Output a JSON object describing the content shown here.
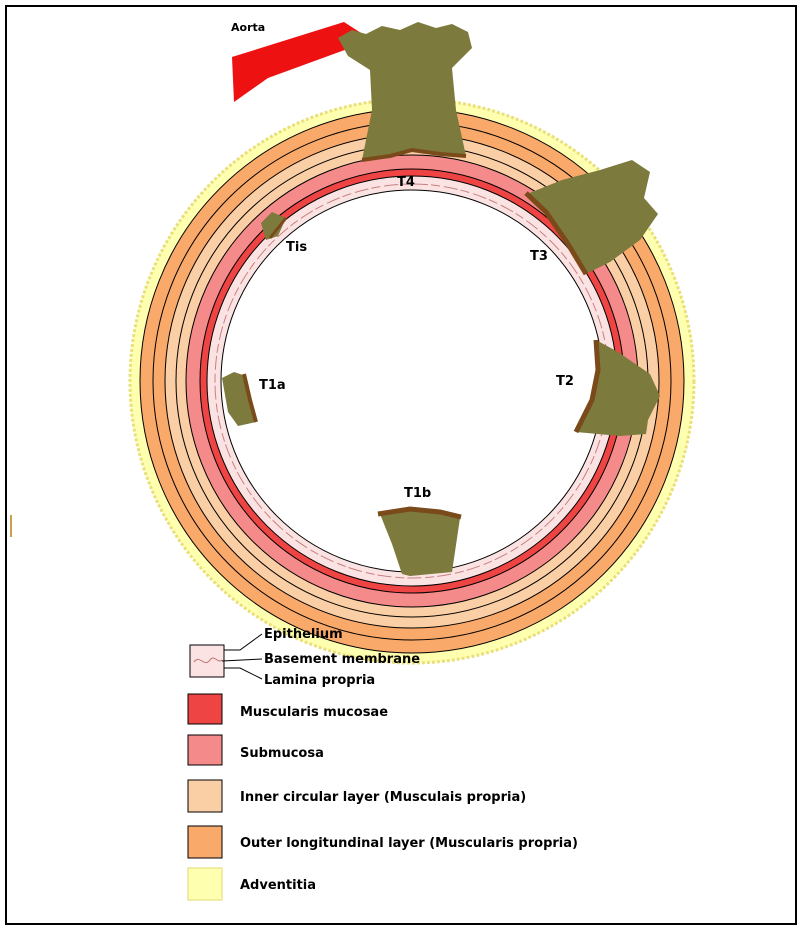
{
  "labels": {
    "aorta": "Aorta",
    "t4": "T4",
    "t3": "T3",
    "tis": "Tis",
    "t2": "T2",
    "t1a": "T1a",
    "t1b": "T1b"
  },
  "legend": {
    "epithelium": "Epithelium",
    "basement_membrane": "Basement membrane",
    "lamina_propria": "Lamina propria",
    "muscularis_mucosae": "Muscularis mucosae",
    "submucosa": "Submucosa",
    "inner_circular": "Inner circular layer (Musculais propria)",
    "outer_longitudinal": "Outer longitundinal layer (Muscularis propria)",
    "adventitia": "Adventitia"
  },
  "colors": {
    "adventitia": "#ffffb0",
    "outer_longitudinal": "#f9a96a",
    "inner_circular": "#fbcfa5",
    "submucosa": "#f58a8a",
    "muscularis_mucosae": "#ee4444",
    "lamina_propria": "#fbe3e3",
    "tumor": "#7c7a3c",
    "tumor_edge": "#7a4a1a",
    "aorta": "#ee1111"
  }
}
